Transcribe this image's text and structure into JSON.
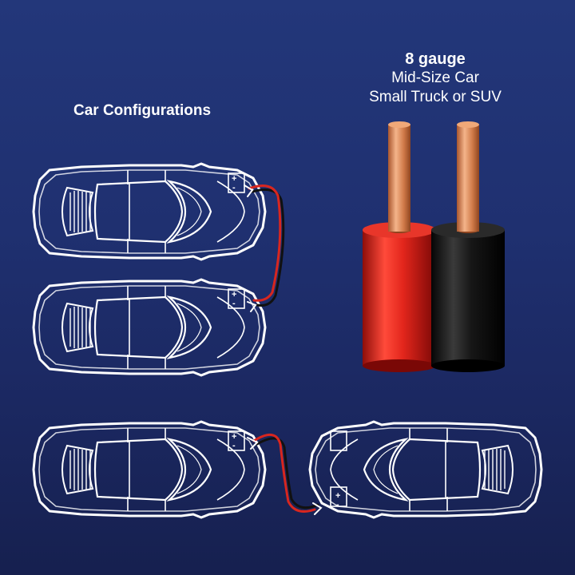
{
  "title": "Car Configurations",
  "spec": {
    "gauge": "8 gauge",
    "line1": "Mid-Size Car",
    "line2": "Small Truck or SUV"
  },
  "battery": {
    "plus": "+",
    "minus": "-"
  },
  "colors": {
    "background": "#1f3070",
    "outline": "#ffffff",
    "cable_red": "#d8261f",
    "cable_black": "#111111",
    "copper": "#d98a5e"
  }
}
